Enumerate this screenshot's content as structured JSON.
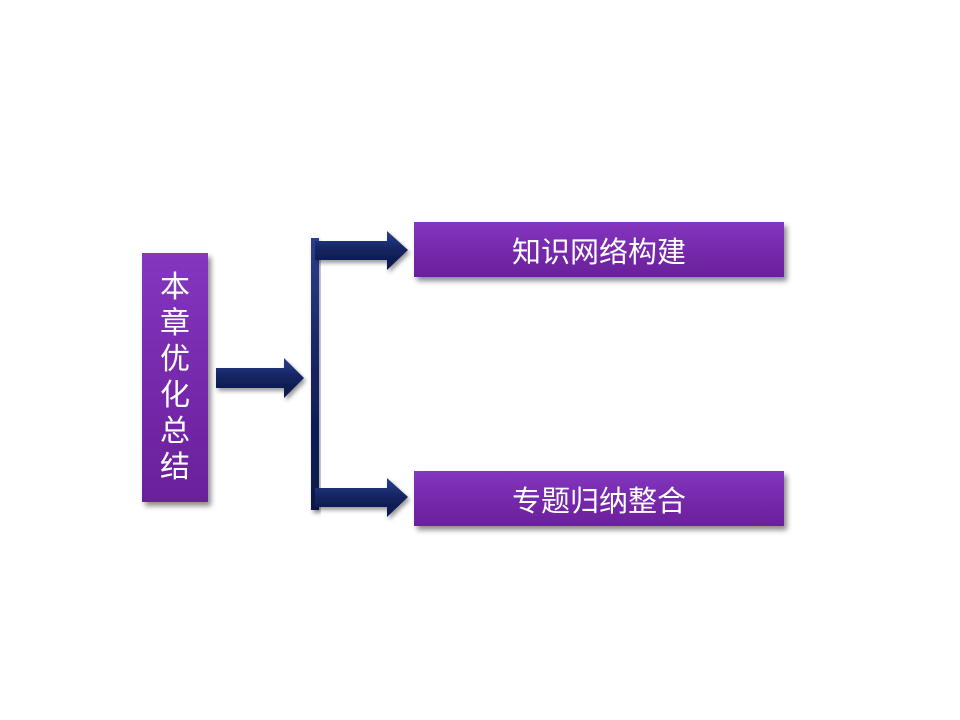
{
  "diagram": {
    "root": {
      "label": "本章优化总结",
      "chars": [
        "本",
        "章",
        "优",
        "化",
        "总",
        "结"
      ]
    },
    "branches": [
      {
        "label": "知识网络构建"
      },
      {
        "label": "专题归纳整合"
      }
    ],
    "colors": {
      "box_fill": "#7a2fb0",
      "box_text": "#ffffff",
      "arrow_fill": "#1a2a6e"
    }
  }
}
